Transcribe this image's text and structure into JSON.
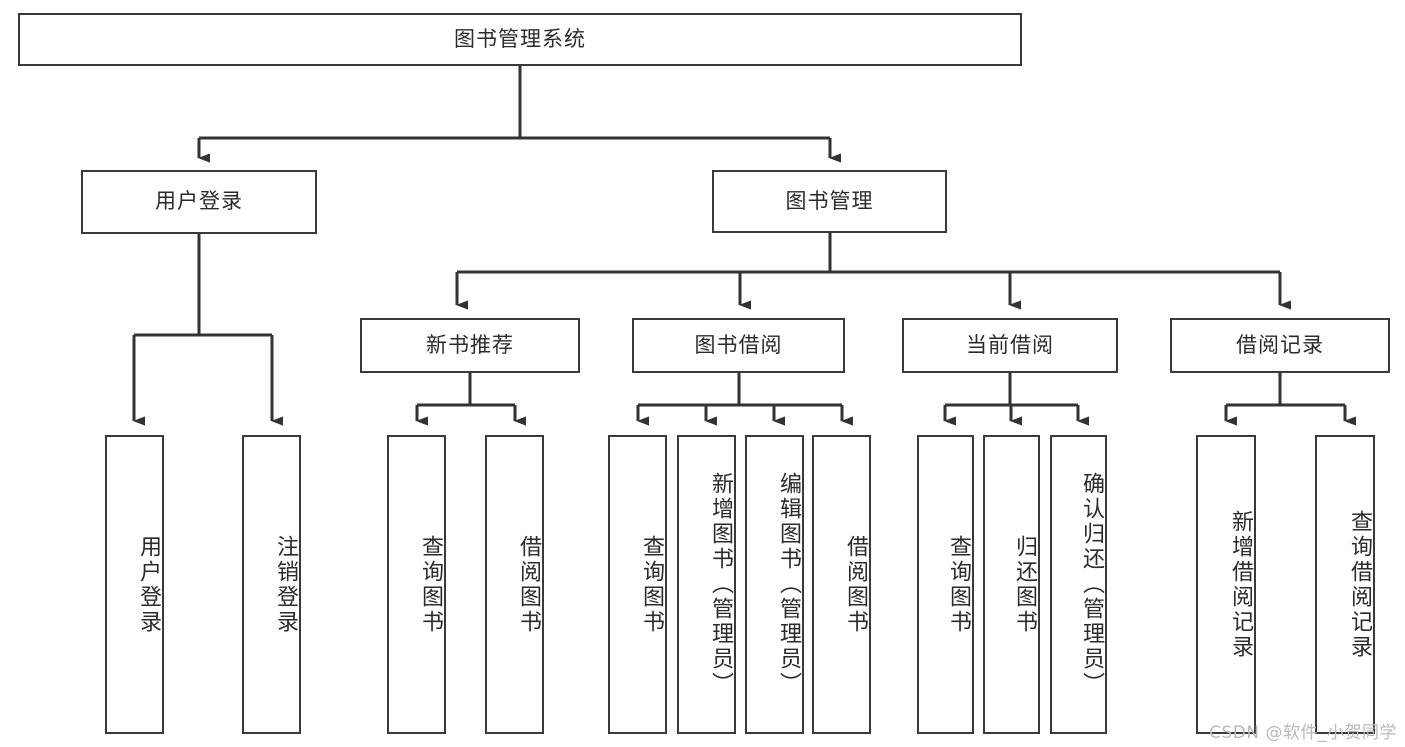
{
  "diagram": {
    "title": "图书管理系统",
    "type": "hierarchy-tree",
    "watermark": "CSDN @软件_小贺同学",
    "colors": {
      "background": "#ffffff",
      "box_border": "#3a3a3a",
      "connector": "#333333",
      "text": "#2b2b2b",
      "watermark": "#b9b9b9"
    },
    "levels": {
      "root": {
        "label": "图书管理系统"
      },
      "level1": [
        {
          "label": "用户登录"
        },
        {
          "label": "图书管理"
        }
      ],
      "level2": [
        {
          "label": "新书推荐"
        },
        {
          "label": "图书借阅"
        },
        {
          "label": "当前借阅"
        },
        {
          "label": "借阅记录"
        }
      ],
      "leaves": {
        "user_login": [
          {
            "label": "用户登录"
          },
          {
            "label": "注销登录"
          }
        ],
        "new_book_recommend": [
          {
            "label": "查询图书"
          },
          {
            "label": "借阅图书"
          }
        ],
        "book_borrow": [
          {
            "label": "查询图书"
          },
          {
            "label": "新增图书（管理员）"
          },
          {
            "label": "编辑图书（管理员）"
          },
          {
            "label": "借阅图书"
          }
        ],
        "current_borrow": [
          {
            "label": "查询图书"
          },
          {
            "label": "归还图书"
          },
          {
            "label": "确认归还（管理员）"
          }
        ],
        "borrow_record": [
          {
            "label": "新增借阅记录"
          },
          {
            "label": "查询借阅记录"
          }
        ]
      }
    }
  }
}
